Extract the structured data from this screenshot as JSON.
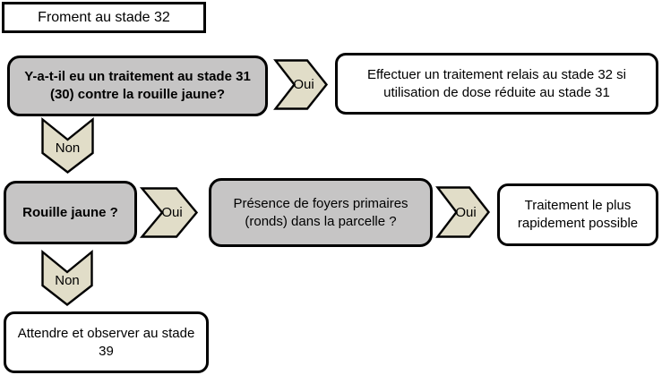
{
  "colors": {
    "question_fill": "#c6c5c5",
    "arrow_fill": "#e1ddc8",
    "result_fill": "#ffffff",
    "border": "#000000"
  },
  "nodes": {
    "start": {
      "label": "Froment au stade 32"
    },
    "question1": {
      "label": "Y-a-t-il eu  un traitement au stade 31 (30) contre la rouille jaune?"
    },
    "result1": {
      "label": "Effectuer un traitement relais au stade 32 si utilisation de dose réduite au stade 31"
    },
    "question2": {
      "label": "Rouille jaune ?"
    },
    "question3": {
      "label": "Présence de foyers primaires (ronds) dans la parcelle ?"
    },
    "result2": {
      "label": "Traitement le plus rapidement possible"
    },
    "result3": {
      "label": "Attendre et observer au stade 39"
    }
  },
  "arrows": {
    "oui1": {
      "label": "Oui"
    },
    "non1": {
      "label": "Non"
    },
    "oui2": {
      "label": "Oui"
    },
    "oui3": {
      "label": "Oui"
    },
    "non2": {
      "label": "Non"
    }
  }
}
